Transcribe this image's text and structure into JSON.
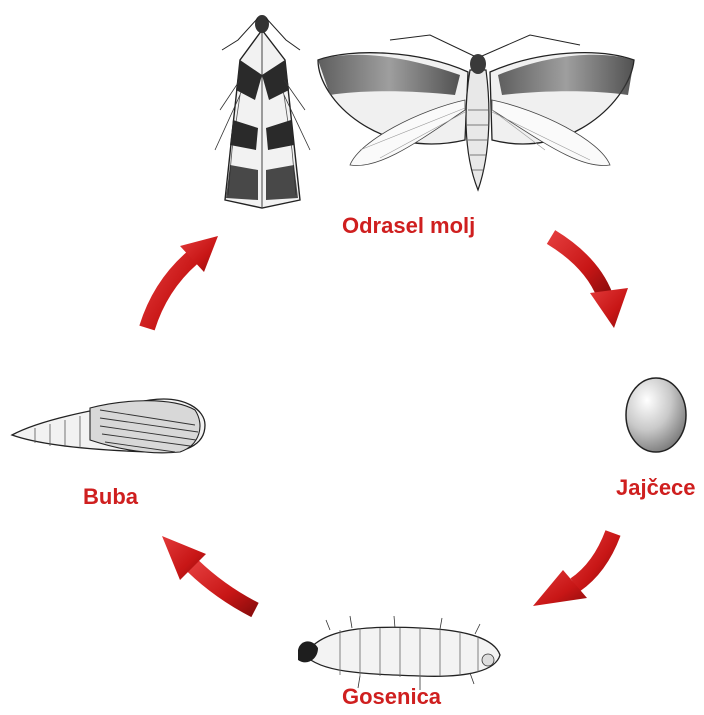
{
  "diagram": {
    "stages": [
      {
        "id": "adult",
        "label": "Odrasel molj"
      },
      {
        "id": "egg",
        "label": "Jajčece"
      },
      {
        "id": "larva",
        "label": "Gosenica"
      },
      {
        "id": "pupa",
        "label": "Buba"
      }
    ],
    "arrow_color": "#cf1f1f",
    "label_color": "#cf1f1f"
  }
}
